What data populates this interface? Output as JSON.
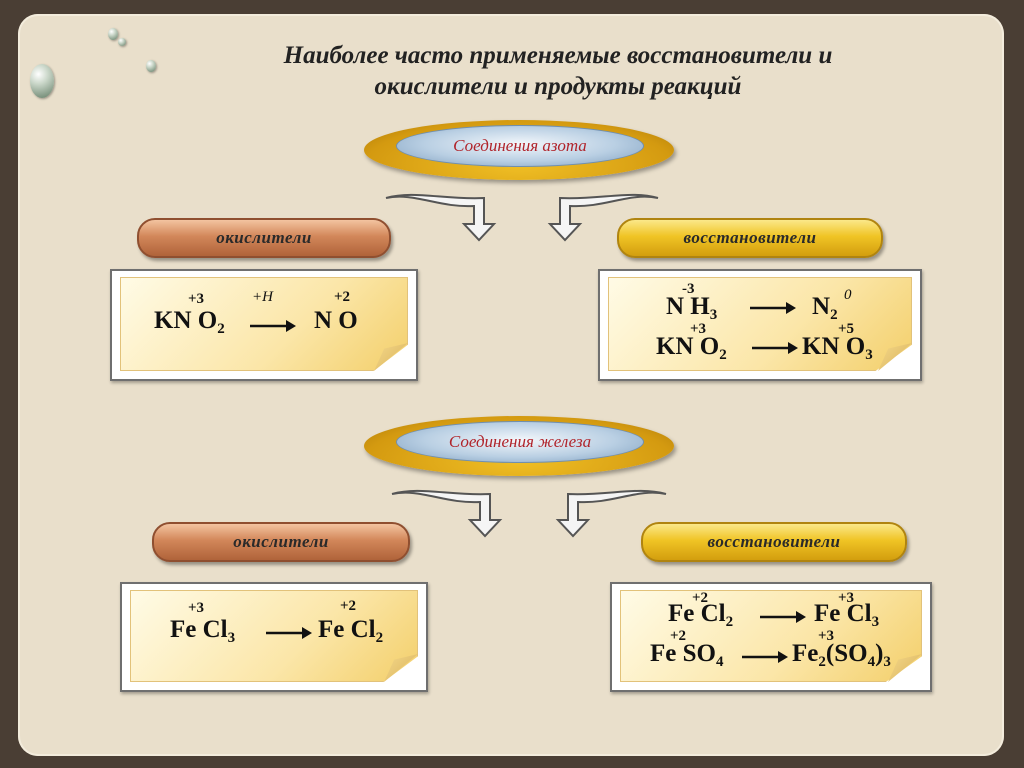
{
  "title_line1": "Наиболее часто применяемые восстановители и",
  "title_line2": "окислители и продукты реакций",
  "nitrogen": {
    "heading": "Соединения азота",
    "oxidizers_label": "окислители",
    "reducers_label": "восстановители",
    "ox_reaction": {
      "reactant": "KN O",
      "reactant_sub": "2",
      "reactant_state": "+3",
      "condition": "+H",
      "product": "N O",
      "product_state": "+2"
    },
    "red_reactions": [
      {
        "reactant": "N H",
        "reactant_sub": "3",
        "reactant_state": "-3",
        "product": "N",
        "product_sub": "2",
        "product_state": "0"
      },
      {
        "reactant": "KN O",
        "reactant_sub": "2",
        "reactant_state": "+3",
        "product": "KN O",
        "product_sub": "3",
        "product_state": "+5"
      }
    ]
  },
  "iron": {
    "heading": "Соединения железа",
    "oxidizers_label": "окислители",
    "reducers_label": "восстановители",
    "ox_reaction": {
      "reactant": "Fe Cl",
      "reactant_sub": "3",
      "reactant_state": "+3",
      "product": "Fe Cl",
      "product_sub": "2",
      "product_state": "+2"
    },
    "red_reactions": [
      {
        "reactant": "Fe Cl",
        "reactant_sub": "2",
        "reactant_state": "+2",
        "product": "Fe Cl",
        "product_sub": "3",
        "product_state": "+3"
      },
      {
        "reactant": "Fe SO",
        "reactant_sub": "4",
        "reactant_state": "+2",
        "product_a": "Fe",
        "product_a_sub": "2",
        "product_b": "(SO",
        "product_b_sub": "4",
        "product_c": ")",
        "product_c_sub": "3",
        "product_state": "+3"
      }
    ]
  },
  "colors": {
    "heading_text": "#b0242b",
    "oxidizer_pill": "#c97346",
    "reducer_pill": "#f0c425",
    "note_fill": "#fbe6a8",
    "background": "#e9dfcb",
    "frame": "#4a3e34"
  }
}
